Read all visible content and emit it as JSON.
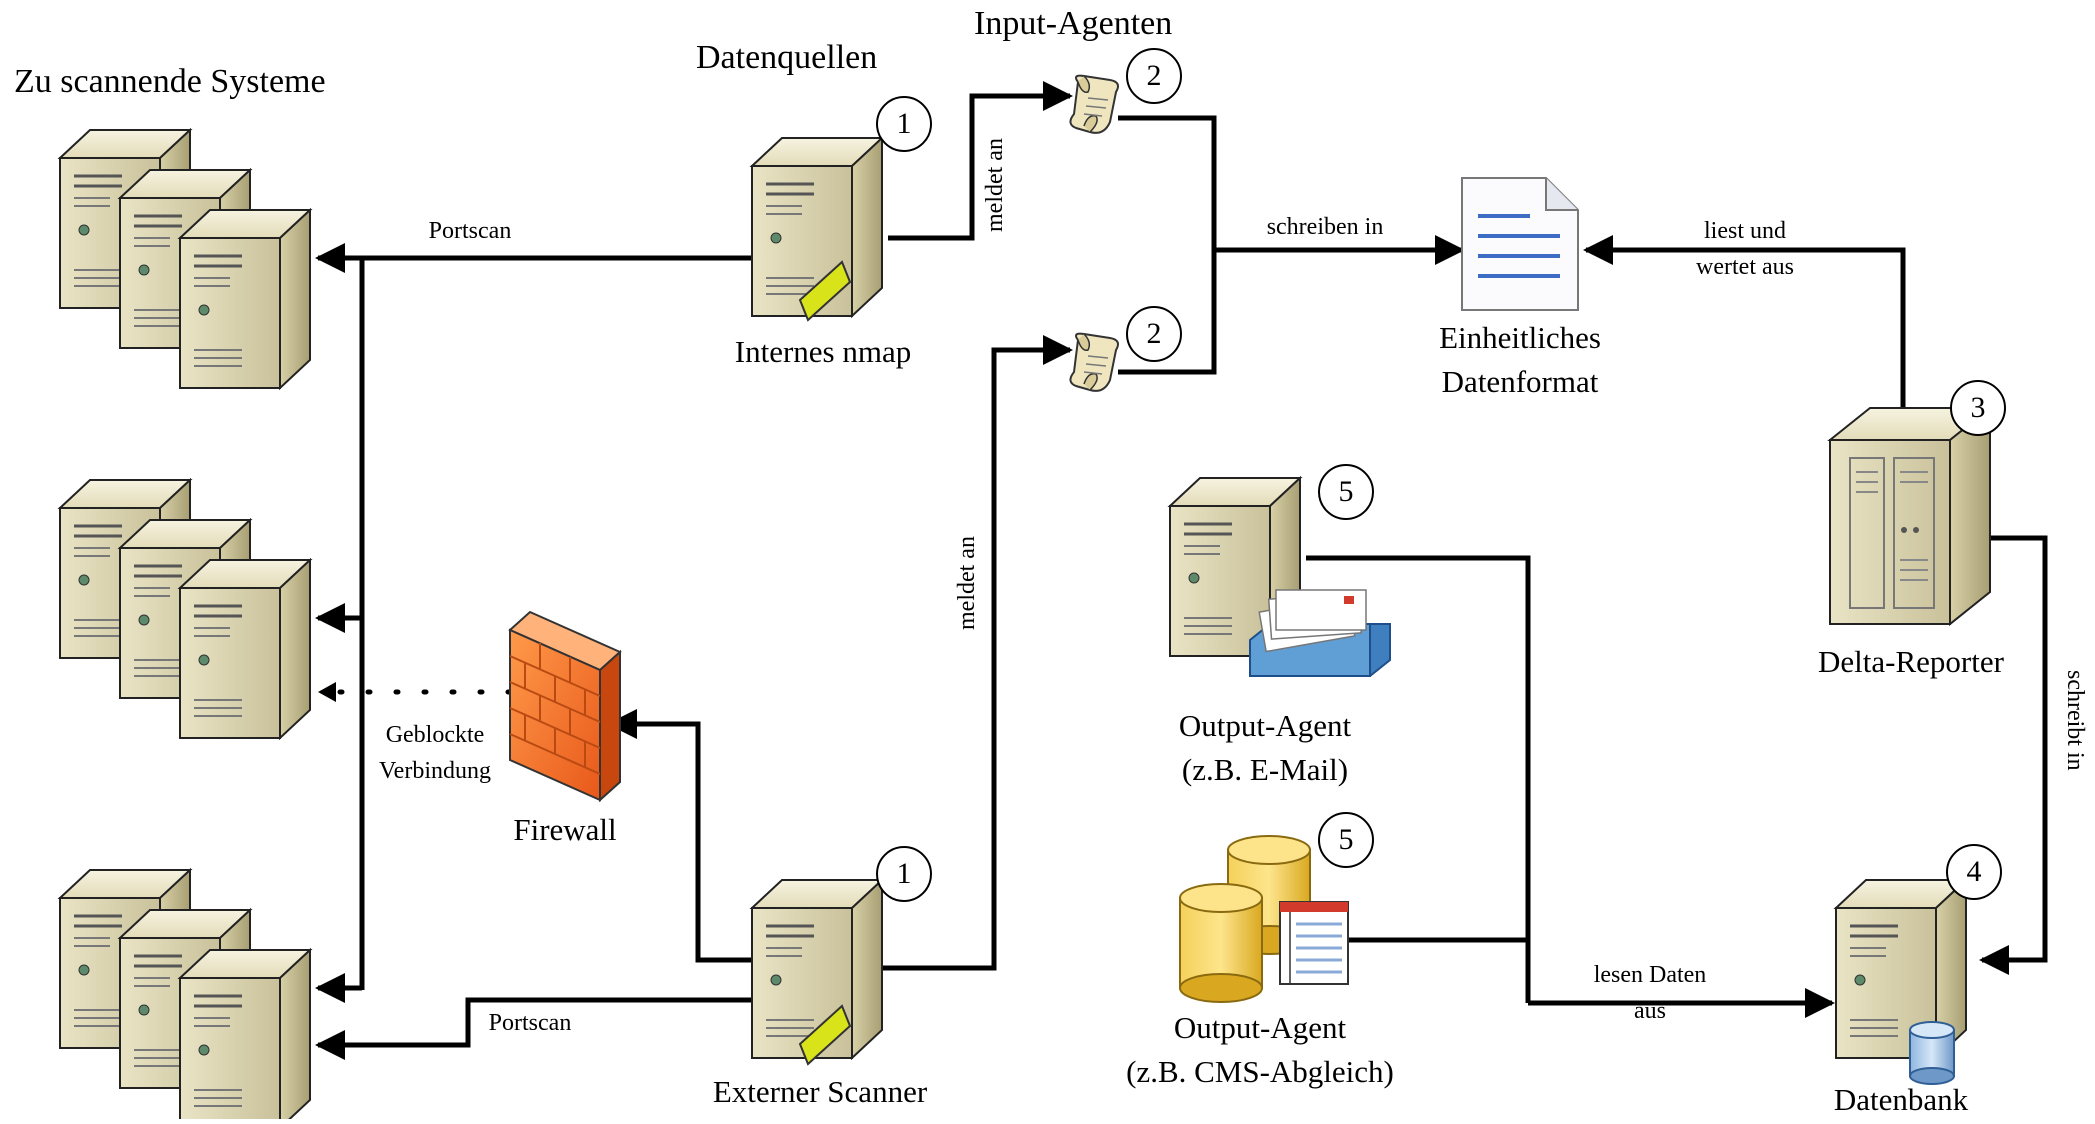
{
  "title": "Zu scannende Systeme",
  "nodes": {
    "datenquellen": "Datenquellen",
    "input_agenten": "Input-Agenten",
    "internes_nmap": "Internes nmap",
    "externer_scanner": "Externer Scanner",
    "firewall": "Firewall",
    "datenformat_line1": "Einheitliches",
    "datenformat_line2": "Datenformat",
    "delta_reporter": "Delta-Reporter",
    "datenbank": "Datenbank",
    "output_email_line1": "Output-Agent",
    "output_email_line2": "(z.B. E-Mail)",
    "output_cms_line1": "Output-Agent",
    "output_cms_line2": "(z.B. CMS-Abgleich)"
  },
  "edges": {
    "portscan_top": "Portscan",
    "portscan_bottom": "Portscan",
    "meldet_an_top": "meldet an",
    "meldet_an_bottom": "meldet an",
    "schreiben_in": "schreiben in",
    "liest_line1": "liest und",
    "liest_line2": "wertet aus",
    "schreibt_in": "schreibt in",
    "lesen_line1": "lesen Daten",
    "lesen_line2": "aus",
    "blocked_line1": "Geblockte",
    "blocked_line2": "Verbindung"
  },
  "steps": {
    "nmap": "1",
    "scanner": "1",
    "agent_top": "2",
    "agent_bottom": "2",
    "delta": "3",
    "db": "4",
    "email": "5",
    "cms": "5"
  }
}
